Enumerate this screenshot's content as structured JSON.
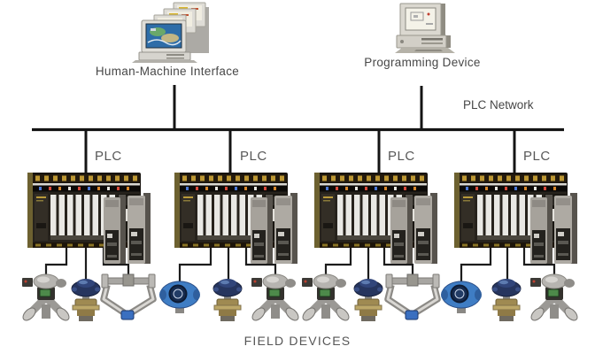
{
  "diagram": {
    "nodes": {
      "hmi": {
        "label": "Human-Machine Interface",
        "icon": "computer-stack-icon"
      },
      "programming_device": {
        "label": "Programming Device",
        "icon": "desktop-computer-icon"
      },
      "network": {
        "label": "PLC Network"
      }
    },
    "plc_units": [
      {
        "label": "PLC",
        "field_devices": [
          "control-valve",
          "actuated-valve",
          "coriolis-flow-meter"
        ]
      },
      {
        "label": "PLC",
        "field_devices": [
          "pressure-transmitter",
          "actuated-valve",
          "control-valve"
        ]
      },
      {
        "label": "PLC",
        "field_devices": [
          "control-valve",
          "actuated-valve",
          "coriolis-flow-meter"
        ]
      },
      {
        "label": "PLC",
        "field_devices": [
          "pressure-transmitter",
          "actuated-valve",
          "control-valve"
        ]
      }
    ],
    "field_devices_caption": "FIELD DEVICES",
    "colors": {
      "line": "#141414",
      "text": "#474747",
      "background": "#ffffff"
    }
  }
}
